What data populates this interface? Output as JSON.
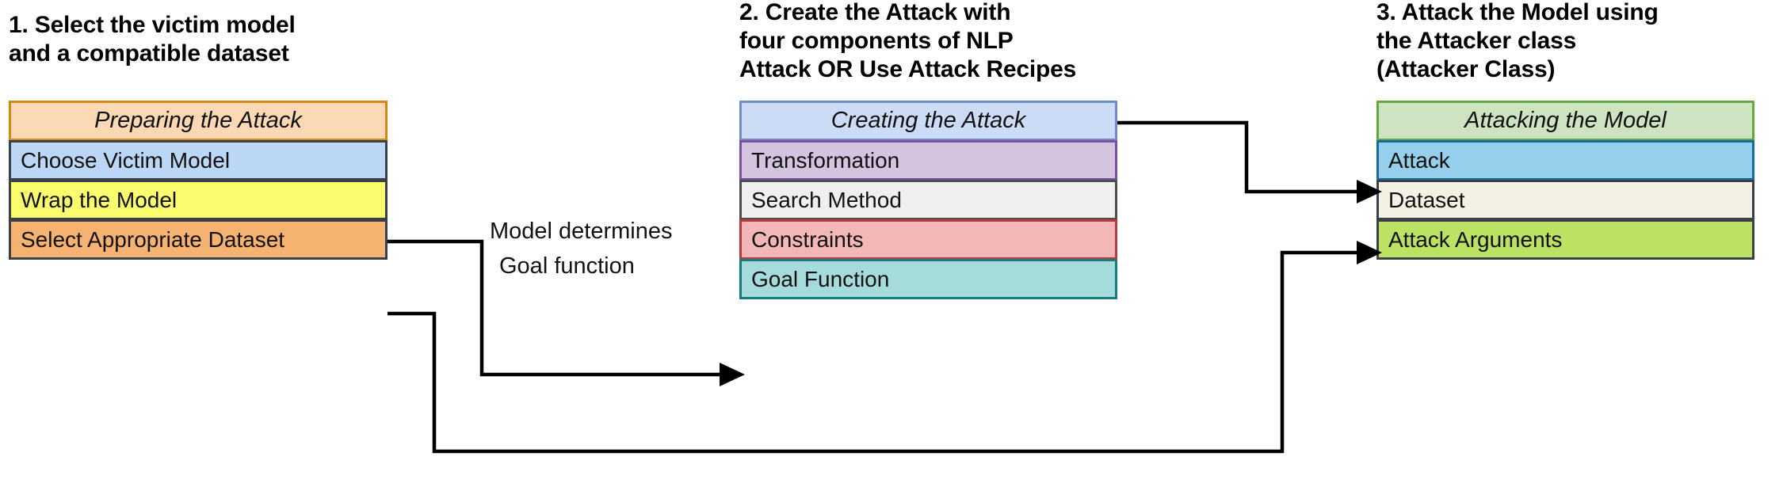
{
  "diagram": {
    "title_semantic": "textattack-attack-pipeline-overview",
    "columns": [
      {
        "id": "prepare",
        "heading": "1. Select the victim model\nand a compatible dataset",
        "header_box": {
          "label": "Preparing the Attack",
          "fill": "#fbd9b4",
          "border": "#d68910"
        },
        "rows": [
          {
            "label": "Choose Victim Model",
            "fill": "#bcd7f5",
            "border": "#3a3f4a"
          },
          {
            "label": "Wrap the Model",
            "fill": "#fbfb6e",
            "border": "#3a3f4a"
          },
          {
            "label": "Select Appropriate Dataset",
            "fill": "#f5b271",
            "border": "#3a3f4a"
          }
        ]
      },
      {
        "id": "create",
        "heading": "2. Create the Attack with\nfour components of NLP\nAttack OR Use Attack Recipes",
        "header_box": {
          "label": "Creating the Attack",
          "fill": "#ccdcf7",
          "border": "#6e8fc4"
        },
        "rows": [
          {
            "label": "Transformation",
            "fill": "#d5c4e0",
            "border": "#7d4fa0"
          },
          {
            "label": "Search Method",
            "fill": "#efefef",
            "border": "#4d4d4d"
          },
          {
            "label": "Constraints",
            "fill": "#f3b7b7",
            "border": "#b93a3a"
          },
          {
            "label": "Goal Function",
            "fill": "#a5dcdb",
            "border": "#167b7f"
          }
        ]
      },
      {
        "id": "attack",
        "heading": "3. Attack the Model using\nthe Attacker class\n(Attacker Class)",
        "header_box": {
          "label": "Attacking the Model",
          "fill": "#cde3c2",
          "border": "#63a93f"
        },
        "rows": [
          {
            "label": "Attack",
            "fill": "#95cfeb",
            "border": "#1b6a9c"
          },
          {
            "label": "Dataset",
            "fill": "#f3f0e4",
            "border": "#3a3f4a"
          },
          {
            "label": "Attack Arguments",
            "fill": "#bbe262",
            "border": "#3a3f4a"
          }
        ]
      }
    ],
    "edge_labels": {
      "model_determines": "Model determines",
      "goal_function": "Goal function"
    },
    "connectors": [
      {
        "name": "wrap-the-model-to-goal-function",
        "from": "Wrap the Model",
        "to": "Goal Function"
      },
      {
        "name": "select-dataset-to-dataset",
        "from": "Select Appropriate Dataset",
        "to": "Dataset"
      },
      {
        "name": "creating-the-attack-to-attack",
        "from": "Creating the Attack",
        "to": "Attack"
      }
    ],
    "colors": {
      "wire": "#000000",
      "text": "#111111",
      "background": "#ffffff"
    }
  }
}
